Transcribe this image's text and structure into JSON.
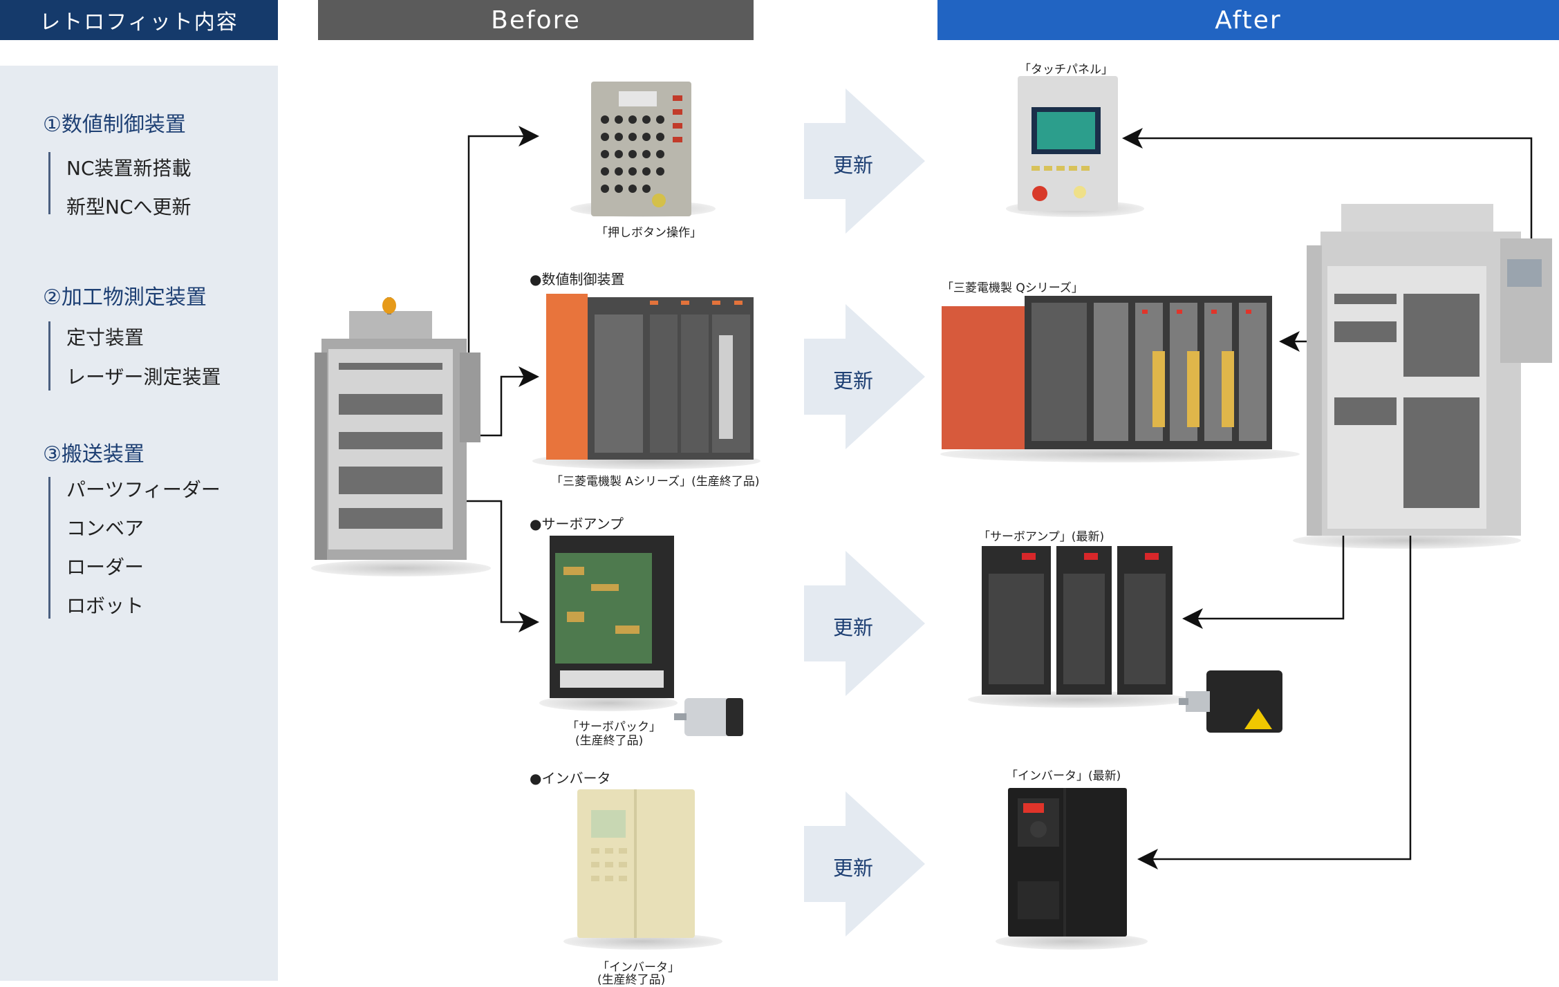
{
  "headers": {
    "left_title": "レトロフィット内容",
    "before": "Before",
    "after": "After"
  },
  "sections": [
    {
      "title": "①数値制御装置",
      "items": [
        "NC装置新搭載",
        "新型NCへ更新"
      ]
    },
    {
      "title": "②加工物測定装置",
      "items": [
        "定寸装置",
        "レーザー測定装置"
      ]
    },
    {
      "title": "③搬送装置",
      "items": [
        "パーツフィーダー",
        "コンベア",
        "ローダー",
        "ロボット"
      ]
    }
  ],
  "before": {
    "pushbutton_caption": "「押しボタン操作」",
    "nc_label": "●数値制御装置",
    "nc_caption": "「三菱電機製 Aシリーズ」(生産終了品)",
    "servo_label": "●サーボアンプ",
    "servo_caption_1": "「サーボパック」",
    "servo_caption_2": "(生産終了品)",
    "inverter_label": "●インバータ",
    "inverter_caption_1": "「インバータ」",
    "inverter_caption_2": "(生産終了品)"
  },
  "update_label": "更新",
  "after": {
    "touch_caption": "「タッチパネル」",
    "q_caption": "「三菱電機製 Qシリーズ」",
    "servo_caption": "「サーボアンプ」(最新)",
    "inverter_caption": "「インバータ」(最新)"
  },
  "colors": {
    "left_title_bg": "#153a6b",
    "before_bg": "#5b5b5b",
    "after_bg": "#2164c2",
    "left_panel_bg": "#e6ebf1",
    "arrow_fill": "#e4eaf1",
    "text_blue": "#1d3f73"
  }
}
